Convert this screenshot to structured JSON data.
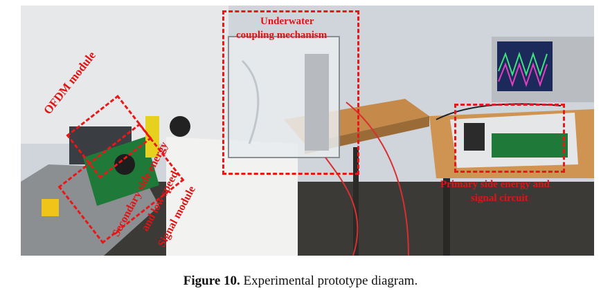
{
  "figure": {
    "labels": {
      "underwater_1": "Underwater",
      "underwater_2": "coupling mechanism",
      "ofdm": "OFDM module",
      "secondary_1": "Secondary side energy",
      "secondary_2": "and low speed",
      "secondary_3": "Signal module",
      "primary_1": "Primary side energy and",
      "primary_2": "signal circuit"
    },
    "annotation_color": "#e81818"
  },
  "caption": {
    "number": "Figure 10.",
    "text": "Experimental prototype diagram."
  }
}
